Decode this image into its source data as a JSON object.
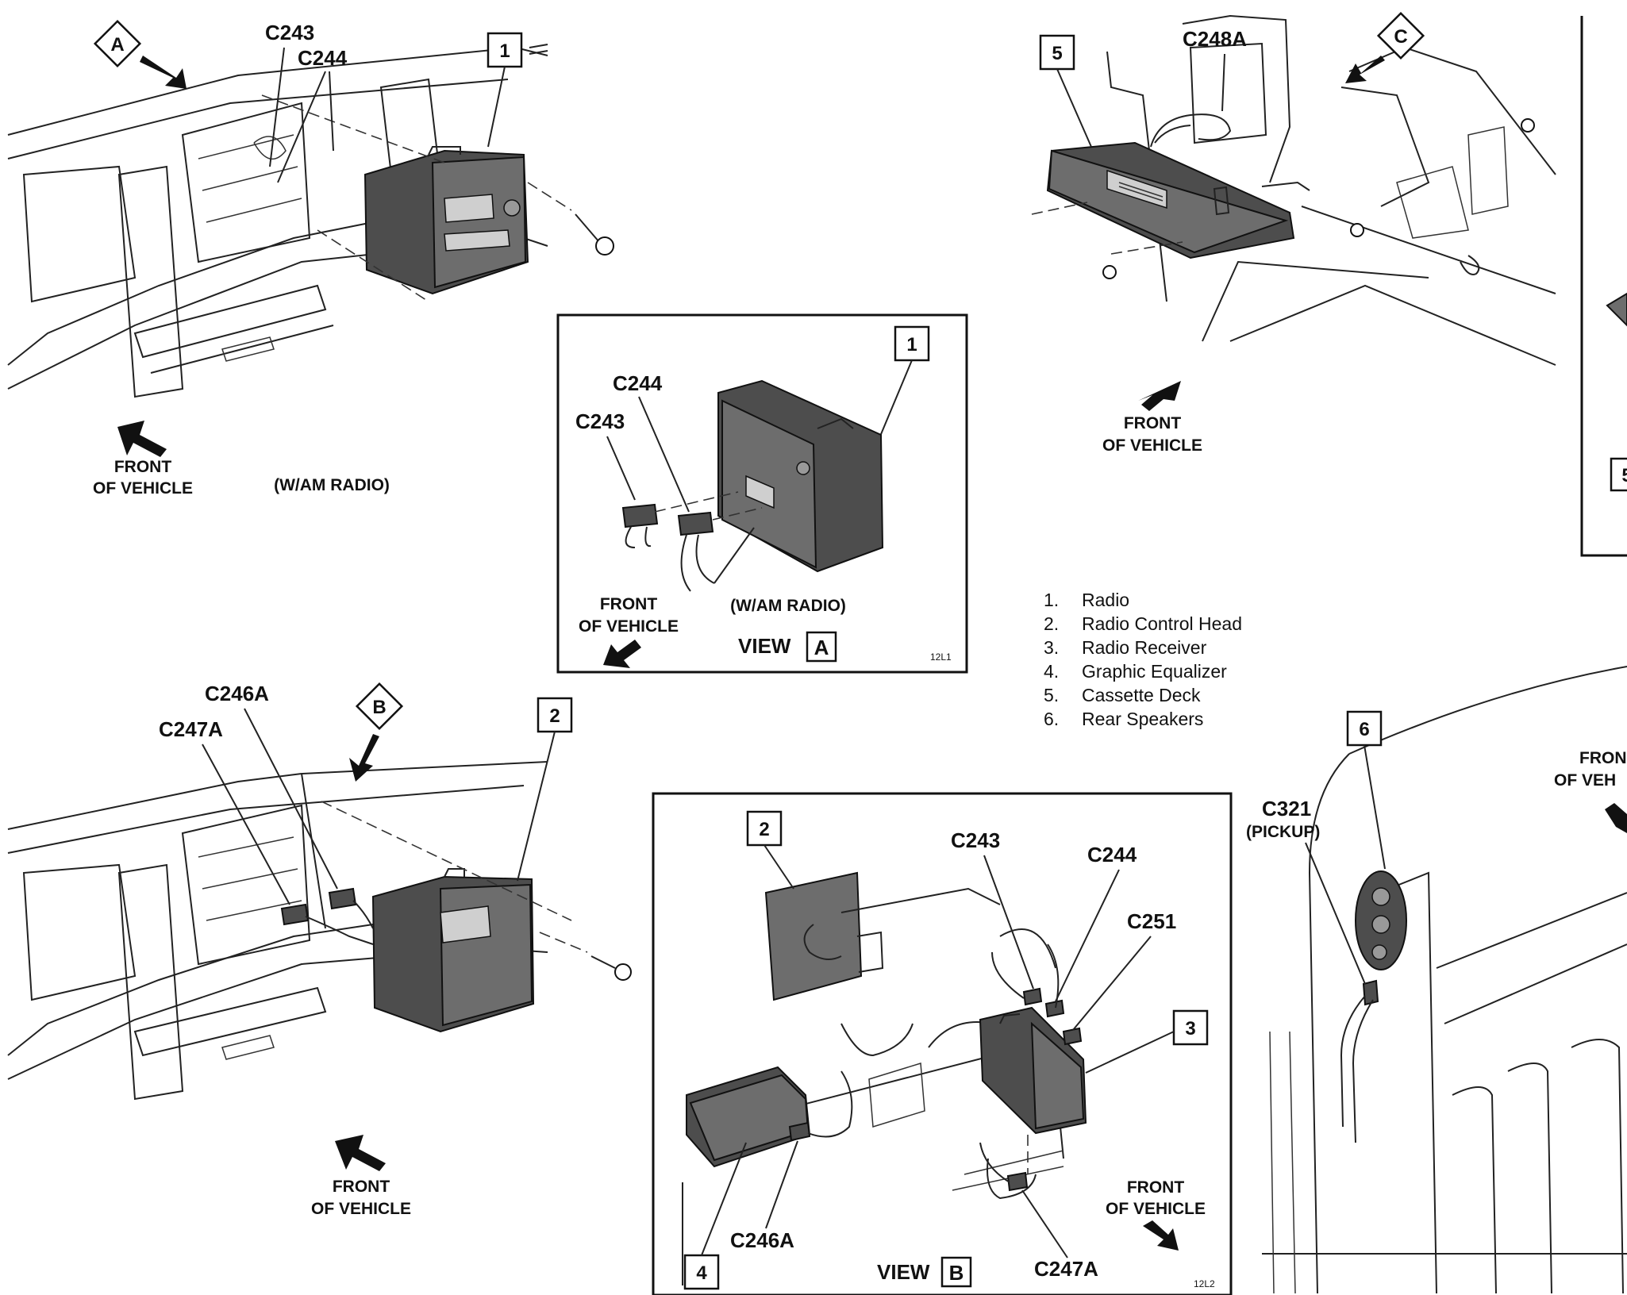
{
  "panels": {
    "top_left": {
      "view_marker": "A",
      "connectors": [
        "C243",
        "C244"
      ],
      "callout": "1",
      "front_label": [
        "FRONT",
        "OF VEHICLE"
      ],
      "note": "(W/AM RADIO)"
    },
    "view_a": {
      "callout": "1",
      "connectors": [
        "C244",
        "C243"
      ],
      "front_label": [
        "FRONT",
        "OF VEHICLE"
      ],
      "note": "(W/AM RADIO)",
      "view_title": "VIEW",
      "view_letter": "A",
      "code": "12L1"
    },
    "top_right": {
      "callout": "5",
      "connector": "C248A",
      "view_marker": "C",
      "front_label": [
        "FRONT",
        "OF VEHICLE"
      ]
    },
    "bottom_left": {
      "connectors": [
        "C246A",
        "C247A"
      ],
      "view_marker": "B",
      "callout": "2",
      "front_label": [
        "FRONT",
        "OF VEHICLE"
      ]
    },
    "view_b": {
      "callouts": [
        "2",
        "3",
        "4"
      ],
      "connectors": [
        "C243",
        "C244",
        "C251",
        "C246A",
        "C247A"
      ],
      "front_label": [
        "FRONT",
        "OF VEHICLE"
      ],
      "view_title": "VIEW",
      "view_letter": "B",
      "code": "12L2"
    },
    "rear_speaker": {
      "callout": "6",
      "connector": "C321",
      "connector_note": "(PICKUP)",
      "front_label": [
        "FRON",
        "OF VEH"
      ]
    },
    "edge_inset": {
      "callout_fragment": "5"
    }
  },
  "legend": [
    {
      "num": "1.",
      "text": "Radio"
    },
    {
      "num": "2.",
      "text": "Radio Control Head"
    },
    {
      "num": "3.",
      "text": "Radio Receiver"
    },
    {
      "num": "4.",
      "text": "Graphic Equalizer"
    },
    {
      "num": "5.",
      "text": "Cassette Deck"
    },
    {
      "num": "6.",
      "text": "Rear Speakers"
    }
  ]
}
